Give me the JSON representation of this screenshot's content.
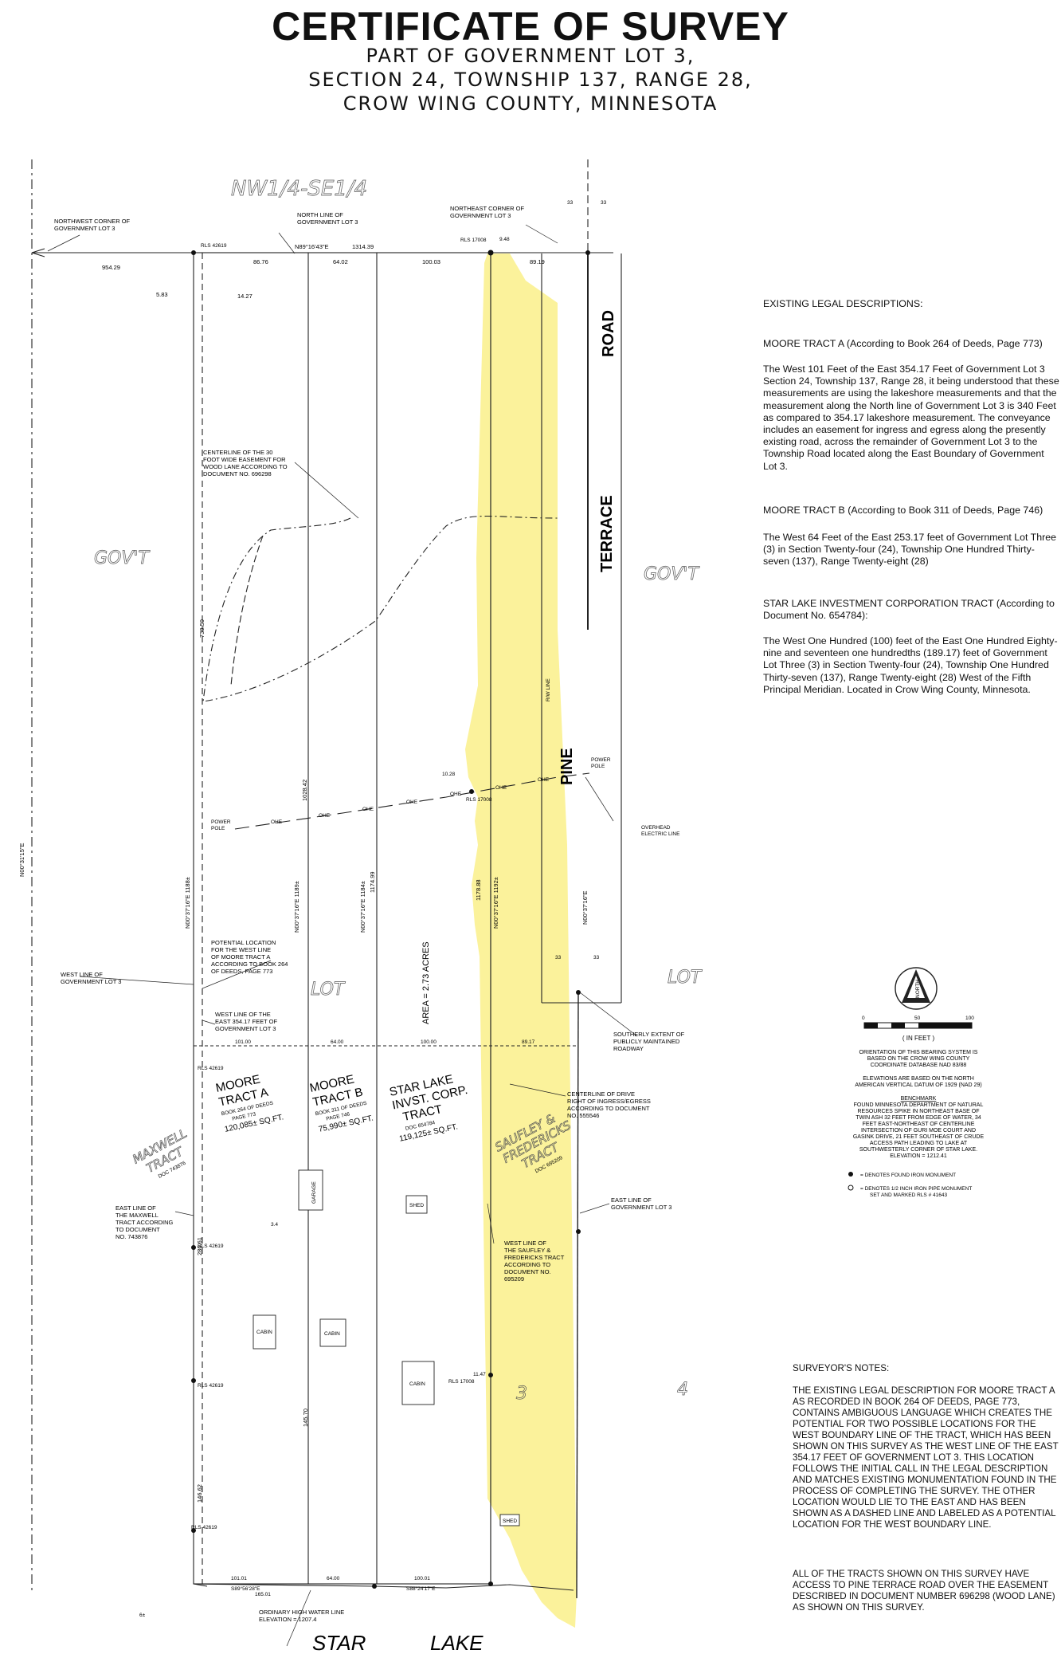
{
  "header": {
    "title": "CERTIFICATE OF SURVEY",
    "subtitle_lines": [
      "PART OF GOVERNMENT LOT 3,",
      "SECTION 24, TOWNSHIP 137, RANGE 28,",
      "CROW WING COUNTY, MINNESOTA"
    ]
  },
  "legal": {
    "heading": "EXISTING LEGAL DESCRIPTIONS:",
    "tract_a_heading": "MOORE TRACT A (According to Book 264 of Deeds, Page 773)",
    "tract_a_body": "The West 101 Feet of the East 354.17 Feet of Government Lot 3 Section 24, Township 137, Range 28, it being understood that these measurements are using the lakeshore measurements and that the measurement along the North line of Government Lot 3 is 340 Feet as compared to 354.17 lakeshore measurement. The conveyance includes an easement for ingress and egress along the presently existing road, across the remainder of Government Lot 3 to the Township Road located along the East Boundary of Government Lot 3.",
    "tract_b_heading": "MOORE TRACT B (According to Book 311 of Deeds, Page 746)",
    "tract_b_body": "The West 64 Feet of the East 253.17 feet of Government Lot Three (3) in Section Twenty-four (24), Township One Hundred Thirty-seven (137), Range Twenty-eight (28)",
    "star_heading": "STAR LAKE INVESTMENT CORPORATION TRACT (According to Document No. 654784):",
    "star_body": "The West One Hundred (100) feet of the East One Hundred Eighty-nine and seventeen one hundredths (189.17) feet of Government Lot Three (3) in Section Twenty-four (24), Township One Hundred Thirty-seven (137), Range Twenty-eight (28) West of the Fifth Principal Meridian. Located in Crow Wing County, Minnesota."
  },
  "notes": {
    "heading": "SURVEYOR'S NOTES:",
    "para1": "THE EXISTING LEGAL DESCRIPTION FOR MOORE TRACT A AS RECORDED IN BOOK 264 OF DEEDS, PAGE 773, CONTAINS AMBIGUOUS LANGUAGE WHICH CREATES THE POTENTIAL FOR TWO POSSIBLE LOCATIONS FOR THE WEST BOUNDARY LINE OF THE TRACT, WHICH HAS BEEN SHOWN ON THIS SURVEY AS THE WEST LINE OF THE EAST 354.17 FEET OF GOVERNMENT LOT 3. THIS LOCATION FOLLOWS THE INITIAL CALL IN THE LEGAL DESCRIPTION AND MATCHES EXISTING MONUMENTATION FOUND IN THE PROCESS OF COMPLETING THE SURVEY. THE OTHER LOCATION WOULD LIE TO THE EAST AND HAS BEEN SHOWN AS A DASHED LINE AND LABELED AS A POTENTIAL LOCATION FOR THE WEST BOUNDARY LINE.",
    "para2": "ALL OF THE TRACTS SHOWN ON THIS SURVEY HAVE ACCESS TO PINE TERRACE ROAD OVER THE EASEMENT DESCRIBED IN DOCUMENT NUMBER 696298 (WOOD LANE) AS SHOWN ON THIS SURVEY."
  },
  "map": {
    "quarter": "NW1/4-SE1/4",
    "road_words": [
      "PINE",
      "TERRACE",
      "ROAD"
    ],
    "lot_words": [
      "GOV'T",
      "GOV'T",
      "LOT",
      "LOT",
      "3",
      "4"
    ],
    "lake_words": [
      "STAR",
      "LAKE"
    ],
    "top_labels": {
      "nw_corner": [
        "NORTHWEST CORNER OF",
        "GOVERNMENT LOT 3"
      ],
      "north_line": [
        "NORTH LINE OF",
        "GOVERNMENT LOT 3"
      ],
      "ne_corner": [
        "NORTHEAST CORNER OF",
        "GOVERNMENT LOT 3"
      ],
      "bearing": "N89°16'43\"E",
      "total": "1314.39",
      "d1": "954.29",
      "d2": "86.76",
      "d3": "64.02",
      "d4": "100.03",
      "d5": "89.19",
      "d6": "9.48",
      "d7": "5.83",
      "d8": "14.27",
      "rls_a": "RLS 42619",
      "rls_b": "RLS 17008",
      "r33a": "33",
      "r33b": "33"
    },
    "easement_label": [
      "CENTERLINE OF THE 30",
      "FOOT WIDE EASEMENT FOR",
      "WOOD LANE ACCORDING TO",
      "DOCUMENT NO. 696298"
    ],
    "vertical_dims": {
      "v1": "739.50",
      "v2": "1028.42",
      "v3": "N00°37'16\"E 1189±",
      "v4": "N00°37'16\"E 1184±",
      "v5": "1174.99",
      "v6": "1178.88",
      "v7": "N00°37'16\"E 1192±",
      "v8": "N00°37'16\"E 1188±",
      "v9": "N00°31'15\"E",
      "v10": "N00°37'16\"E",
      "v11": "286.61",
      "v12": "145.70",
      "v13": "146.62",
      "area": "AREA = 2.73 ACRES",
      "rw": "R/W LINE"
    },
    "power": {
      "pole_left": [
        "POWER",
        "POLE"
      ],
      "pole_right": [
        "POWER",
        "POLE"
      ],
      "ohe": "OHE",
      "overhead": [
        "OVERHEAD",
        "ELECTRIC LINE"
      ],
      "d1028": "10.28",
      "rls": "RLS 17008"
    },
    "mid_labels": {
      "potential": [
        "POTENTIAL LOCATION",
        "FOR THE WEST LINE",
        "OF MOORE TRACT A",
        "ACCORDING TO BOOK 264",
        "OF DEEDS, PAGE 773"
      ],
      "west_line_gov": [
        "WEST LINE OF",
        "GOVERNMENT LOT 3"
      ],
      "west_line_east": [
        "WEST LINE OF THE",
        "EAST 354.17 FEET OF",
        "GOVERNMENT LOT 3"
      ],
      "south_extent": [
        "SOUTHERLY EXTENT OF",
        "PUBLICLY MAINTAINED",
        "ROADWAY"
      ],
      "centerline_drive": [
        "CENTERLINE OF DRIVE",
        "RIGHT OF INGRESS/EGRESS",
        "ACCORDING TO DOCUMENT",
        "NO. 555546"
      ],
      "east_line_gov": [
        "EAST LINE OF",
        "GOVERNMENT LOT 3"
      ],
      "east_line_maxwell": [
        "EAST LINE OF",
        "THE MAXWELL",
        "TRACT ACCORDING",
        "TO DOCUMENT",
        "NO. 743876"
      ],
      "west_line_saufley": [
        "WEST LINE OF",
        "THE SAUFLEY &",
        "FREDERICKS TRACT",
        "ACCORDING TO",
        "DOCUMENT NO.",
        "695209"
      ],
      "r33c": "33",
      "r33d": "33",
      "h101": "101.00",
      "h64": "64.00",
      "h100": "100.00",
      "h89": "89.17",
      "d34": "3.4",
      "d1147": "11.47",
      "rls_42619": "RLS 42619",
      "rls_17008": "RLS 17008"
    },
    "tracts": {
      "maxwell": [
        "MAXWELL",
        "TRACT"
      ],
      "maxwell_doc": "DOC 743876",
      "a": [
        "MOORE",
        "TRACT A"
      ],
      "a_book": "BOOK 264 OF DEEDS",
      "a_page": "PAGE 773",
      "a_area": "120,085± SQ.FT.",
      "b": [
        "MOORE",
        "TRACT B"
      ],
      "b_book": "BOOK 311 OF DEEDS",
      "b_page": "PAGE 746",
      "b_area": "75,990± SQ.FT.",
      "s": [
        "STAR LAKE",
        "INVST. CORP.",
        "TRACT"
      ],
      "s_doc": "DOC 654784",
      "s_area": "119,125± SQ.FT.",
      "f": [
        "SAUFLEY &",
        "FREDERICKS",
        "TRACT"
      ],
      "f_doc": "DOC 695209"
    },
    "buildings": {
      "garage": "GARAGE",
      "shed": "SHED",
      "cabin": "CABIN",
      "shed2": "SHED"
    },
    "bottom": {
      "b101": "101.01",
      "b165": "165.01",
      "b64": "64.00",
      "b100": "100.01",
      "bearing_w": "S89°56'28\"E",
      "bearing_e": "S88°24'17\"E",
      "six": "6±",
      "ohw": [
        "ORDINARY HIGH WATER LINE",
        "ELEVATION = 1207.4"
      ],
      "rls": "RLS 42619"
    }
  },
  "legend": {
    "north": "NORTH",
    "scale_ticks": [
      "0",
      "50",
      "100"
    ],
    "units": "( IN FEET )",
    "orientation": [
      "ORIENTATION OF THIS BEARING SYSTEM IS",
      "BASED ON THE CROW WING COUNTY",
      "COORDINATE DATABASE NAD 83/88"
    ],
    "elevations": [
      "ELEVATIONS ARE BASED ON THE NORTH",
      "AMERICAN VERTICAL DATUM OF 1929 (NAD 29)"
    ],
    "benchmark_title": "BENCHMARK",
    "benchmark": [
      "FOUND MINNESOTA DEPARTMENT OF NATURAL",
      "RESOURCES SPIKE IN NORTHEAST BASE OF",
      "TWIN ASH 32 FEET FROM EDGE OF WATER, 34",
      "FEET EAST-NORTHEAST OF CENTERLINE",
      "INTERSECTION OF GURI MOE COURT AND",
      "GASINK DRIVE, 21 FEET SOUTHEAST OF CRUDE",
      "ACCESS PATH LEADING TO LAKE AT",
      "SOUTHWESTERLY CORNER OF STAR LAKE.",
      "ELEVATION = 1212.41"
    ],
    "found": "= DENOTES FOUND IRON MONUMENT",
    "set": [
      "= DENOTES 1/2 INCH IRON PIPE MONUMENT",
      "SET AND MARKED RLS # 41643"
    ]
  }
}
